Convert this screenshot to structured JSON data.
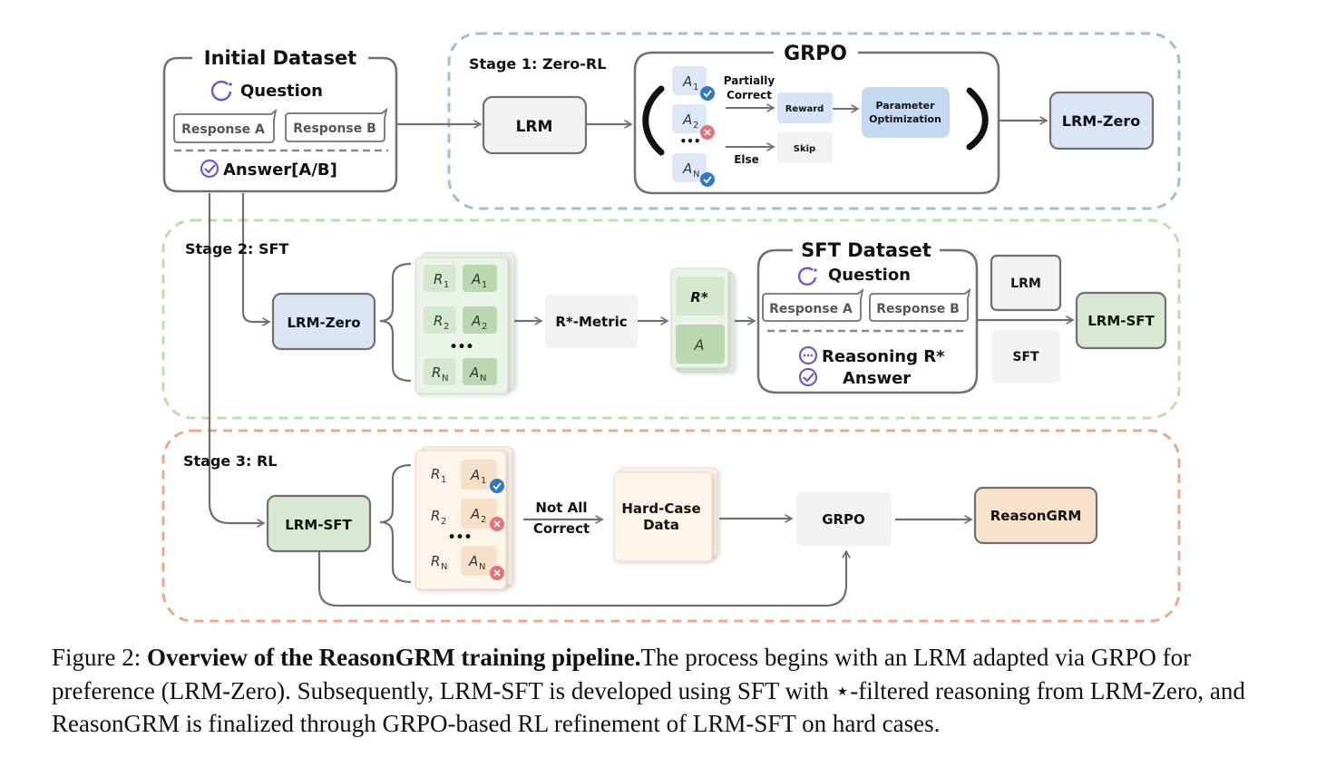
{
  "initial_dataset": {
    "title": "Initial Dataset",
    "question": "Question",
    "response_a": "Response A",
    "response_b": "Response B",
    "answer": "Answer[A/B]"
  },
  "stage1": {
    "label": "Stage 1: Zero-RL",
    "lrm": "LRM",
    "grpo_title": "GRPO",
    "answers": [
      "A1",
      "A2",
      "AN"
    ],
    "ellipsis": "•••",
    "partially_line1": "Partially",
    "partially_line2": "Correct",
    "else": "Else",
    "reward": "Reward",
    "skip": "Skip",
    "param_line1": "Parameter",
    "param_line2": "Optimization",
    "output": "LRM-Zero"
  },
  "stage2": {
    "label": "Stage 2: SFT",
    "model": "LRM-Zero",
    "pairs": [
      {
        "r": "R1",
        "a": "A1"
      },
      {
        "r": "R2",
        "a": "A2"
      },
      {
        "r": "RN",
        "a": "AN"
      }
    ],
    "ellipsis": "•••",
    "metric": "R*-Metric",
    "selected_r": "R*",
    "selected_a": "A",
    "sft_dataset": {
      "title": "SFT Dataset",
      "question": "Question",
      "response_a": "Response A",
      "response_b": "Response B",
      "reasoning": "Reasoning R*",
      "answer": "Answer"
    },
    "lrm": "LRM",
    "sft": "SFT",
    "output": "LRM-SFT"
  },
  "stage3": {
    "label": "Stage 3: RL",
    "model": "LRM-SFT",
    "pairs": [
      {
        "r": "R1",
        "a": "A1",
        "status": "correct"
      },
      {
        "r": "R2",
        "a": "A2",
        "status": "wrong"
      },
      {
        "r": "RN",
        "a": "AN",
        "status": "wrong"
      }
    ],
    "ellipsis": "•••",
    "not_all_line1": "Not All",
    "not_all_line2": "Correct",
    "hard_line1": "Hard-Case",
    "hard_line2": "Data",
    "grpo": "GRPO",
    "output": "ReasonGRM"
  },
  "caption": {
    "prefix": "Figure 2: ",
    "bold": "Overview of the ReasonGRM training pipeline.",
    "text": "The process begins with an LRM adapted via GRPO for preference (LRM-Zero). Subsequently, LRM-SFT is developed using SFT with ⋆-filtered reasoning from LRM-Zero, and ReasonGRM is finalized through GRPO-based RL refinement of LRM-SFT on hard cases."
  },
  "colors": {
    "stage1_border": "#9dbfdc",
    "stage2_border": "#b8e2a6",
    "stage3_border": "#eda98a",
    "lrm_zero_fill": "#dae5f6",
    "lrm_sft_fill": "#d8e8d3",
    "reason_grm_fill": "#f7e2cc",
    "correct_badge": "#2f78c2",
    "wrong_badge": "#e2737a",
    "arrow": "#707070"
  }
}
